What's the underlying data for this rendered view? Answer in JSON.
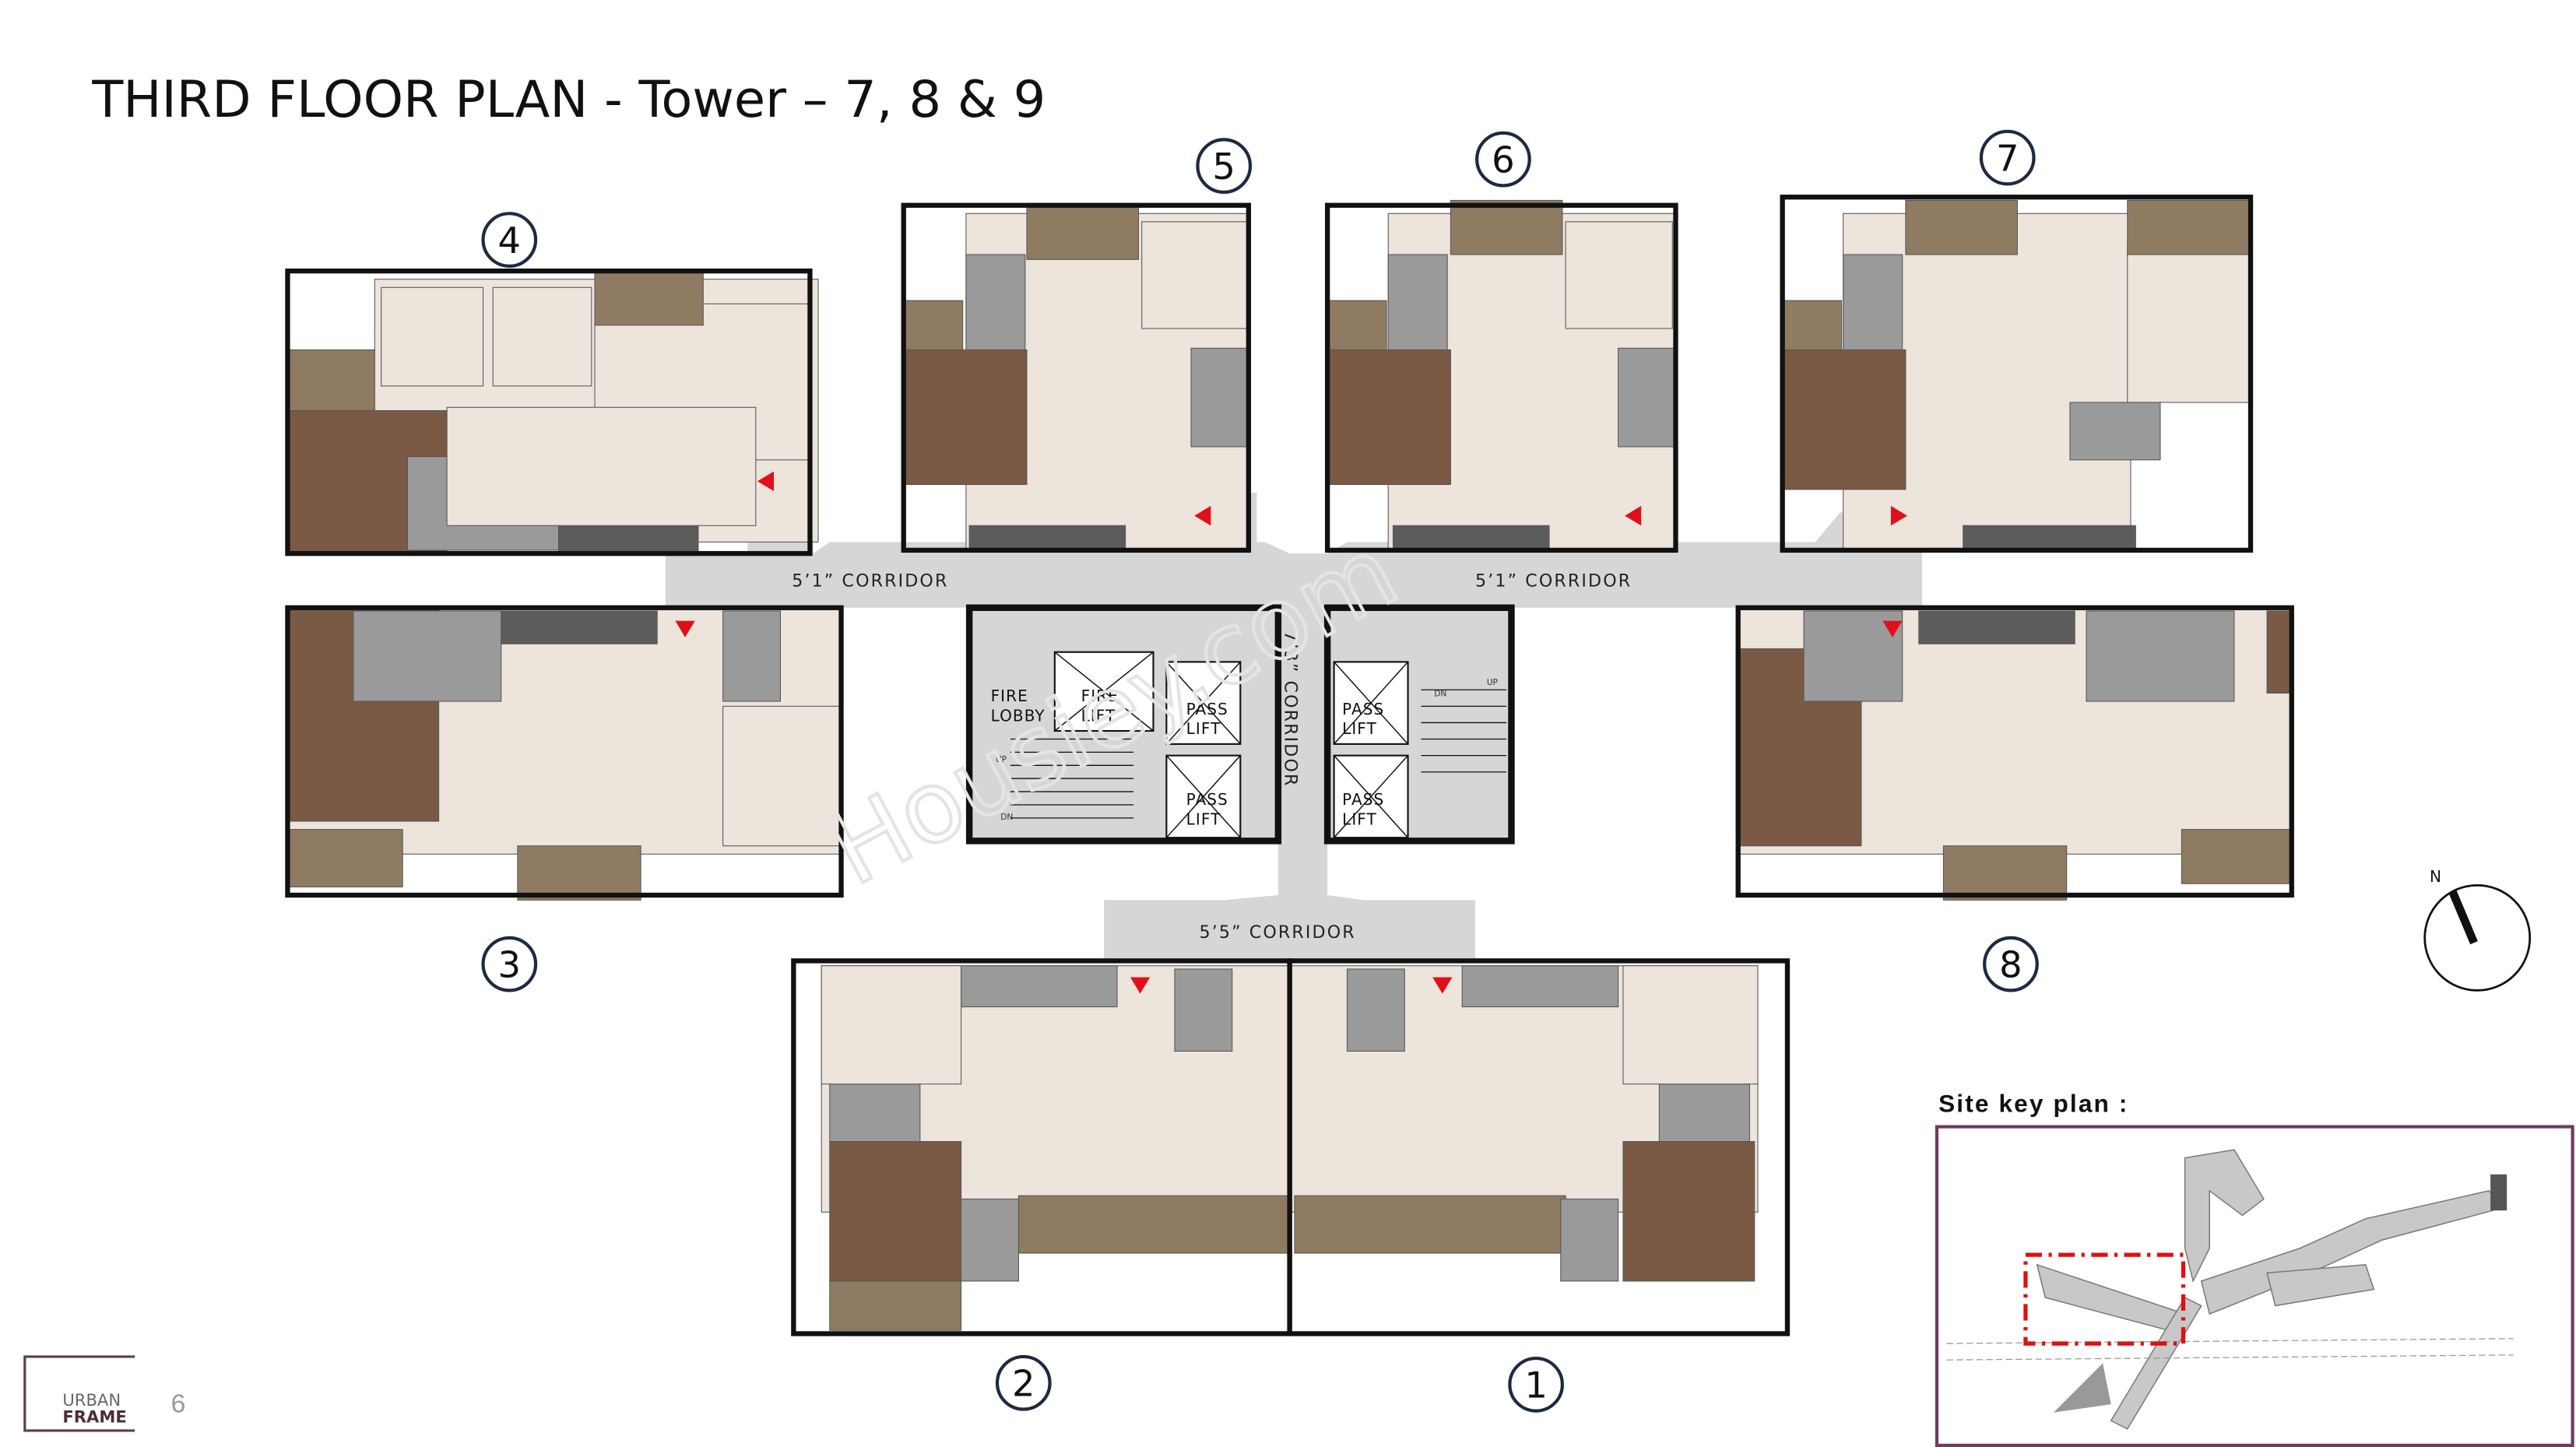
{
  "title": "THIRD FLOOR PLAN - Tower – 7, 8 & 9",
  "units": [
    {
      "number": "1"
    },
    {
      "number": "2"
    },
    {
      "number": "3"
    },
    {
      "number": "4"
    },
    {
      "number": "5"
    },
    {
      "number": "6"
    },
    {
      "number": "7"
    },
    {
      "number": "8"
    }
  ],
  "core": {
    "corridor_left": "5’1” CORRIDOR",
    "corridor_right": "5’1” CORRIDOR",
    "corridor_vertical": "7’3” CORRIDOR",
    "corridor_bottom": "5’5” CORRIDOR",
    "fire_lobby": [
      "FIRE",
      "LOBBY"
    ],
    "fire_lift": [
      "FIRE",
      "LIFT"
    ],
    "pass_lift": [
      "PASS",
      "LIFT"
    ],
    "up": "UP",
    "dn": "DN"
  },
  "compass": {
    "label": "N",
    "icon": "north-arrow-icon"
  },
  "site_key_plan": {
    "label": "Site key plan :"
  },
  "logo": {
    "line1": "URBAN",
    "line2": "FRAME"
  },
  "page_number": "6",
  "watermark": "Housiey.com",
  "colors": {
    "floor": "#ede4dc",
    "bedroom_dark": "#7a5a45",
    "balcony_wood": "#8e7b62",
    "wet_area": "#9a9a9a",
    "corridor": "#d6d6d6",
    "wall": "#111111",
    "entry_marker": "#e0101a",
    "key_plan_border": "#6b3d5e",
    "key_plan_highlight": "#e01010",
    "number_circle": "#1e2a40"
  }
}
